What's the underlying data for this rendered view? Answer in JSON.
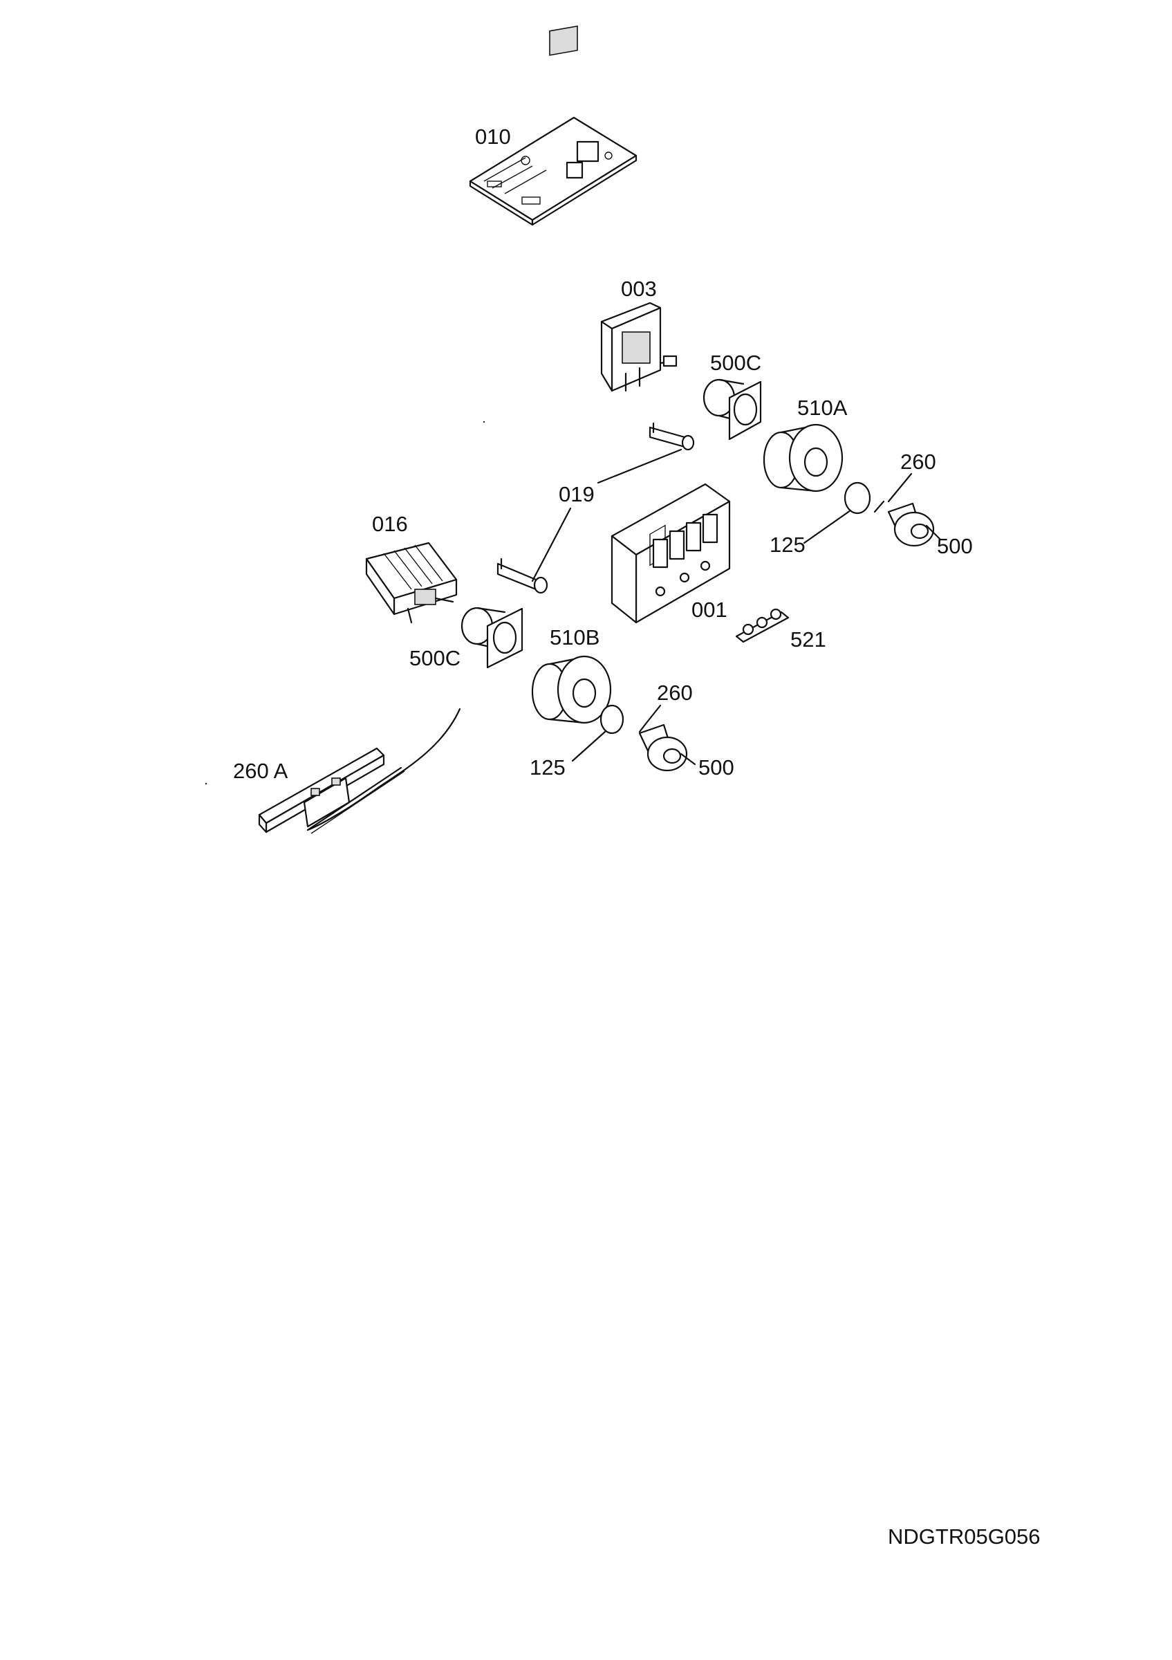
{
  "diagram": {
    "labels": {
      "l010": "010",
      "l003": "003",
      "l500c_top": "500C",
      "l510a": "510A",
      "l260_top": "260",
      "l019": "019",
      "l016": "016",
      "l125_top": "125",
      "l500_top": "500",
      "l001": "001",
      "l521": "521",
      "l500c_left": "500C",
      "l510b": "510B",
      "l260_bottom": "260",
      "l260a": "260 A",
      "l125_bottom": "125",
      "l500_bottom": "500"
    },
    "drawing_code": "NDGTR05G056"
  }
}
